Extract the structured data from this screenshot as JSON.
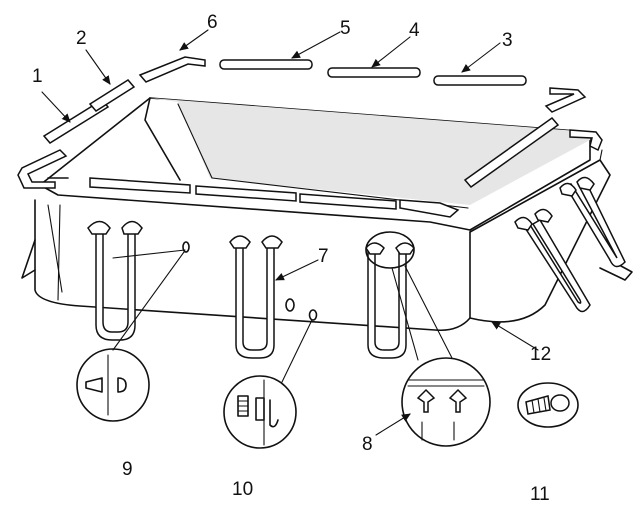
{
  "callouts": [
    "1",
    "2",
    "3",
    "4",
    "5",
    "6",
    "7",
    "8",
    "9",
    "10",
    "11",
    "12"
  ]
}
